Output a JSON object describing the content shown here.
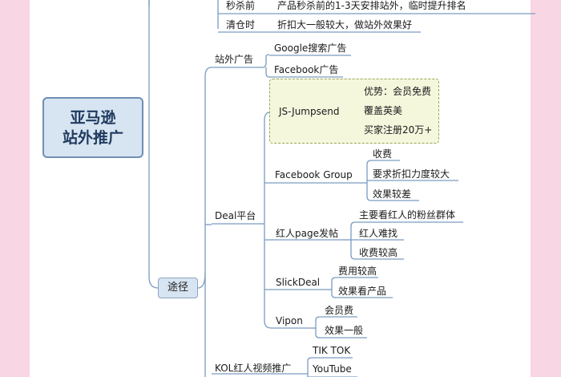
{
  "root": {
    "line1": "亚马逊",
    "line2": "站外推广"
  },
  "top_rows": [
    {
      "label": "秒杀前",
      "text": "产品秒杀前的1-3天安排站外，临时提升排名"
    },
    {
      "label": "清仓时",
      "text": "折扣大一般较大，做站外效果好"
    }
  ],
  "tujing": "途径",
  "branches": {
    "offsite_ads": {
      "label": "站外广告",
      "items": [
        "Google搜索广告",
        "Facebook广告"
      ]
    },
    "deal": {
      "label": "Deal平台",
      "js": {
        "label": "JS-Jumpsend",
        "items": [
          "优势：会员免费",
          "覆盖英美",
          "买家注册20万+"
        ]
      },
      "facebook_group": {
        "label": "Facebook Group",
        "items": [
          "收费",
          "要求折扣力度较大",
          "效果较差"
        ]
      },
      "influencer_page": {
        "label": "红人page发帖",
        "items": [
          "主要看红人的粉丝群体",
          "红人难找",
          "收费较高"
        ]
      },
      "slickdeal": {
        "label": "SlickDeal",
        "items": [
          "费用较高",
          "效果看产品"
        ]
      },
      "vipon": {
        "label": "Vipon",
        "items": [
          "会员费",
          "效果一般"
        ]
      }
    },
    "kol": {
      "label": "KOL红人视频推广",
      "items": [
        "TIK TOK",
        "YouTube"
      ]
    }
  }
}
